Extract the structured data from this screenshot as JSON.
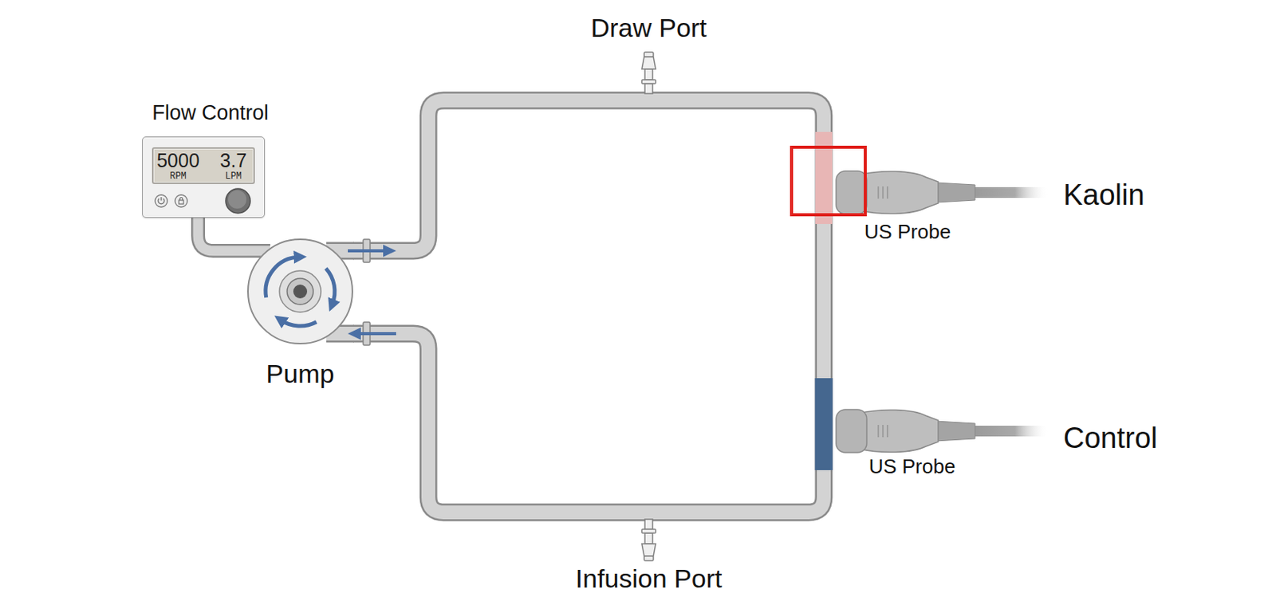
{
  "diagram": {
    "nodes": [
      {
        "text": [
          "Draw Port"
        ]
      },
      {
        "text": [
          "Flow Control"
        ]
      },
      {
        "text": [
          "5000",
          "RPM",
          "3.7",
          "LPM"
        ],
        "in": 1
      },
      {
        "text": [
          "US Probe"
        ]
      },
      {
        "text": [
          "Pump"
        ]
      },
      {
        "text": [
          "US Probe"
        ]
      },
      {
        "text": [
          "Infusion Port"
        ]
      }
    ],
    "edges": [
      {
        "from": 1,
        "to": 4,
        "arrow": "none"
      },
      {
        "from": 4,
        "to": 0,
        "arrow": "none"
      },
      {
        "from": 0,
        "to": 6,
        "arrow": "none"
      },
      {
        "from": 6,
        "to": 4,
        "arrow": "none"
      }
    ],
    "labels": [
      "Kaolin",
      "Control"
    ]
  }
}
